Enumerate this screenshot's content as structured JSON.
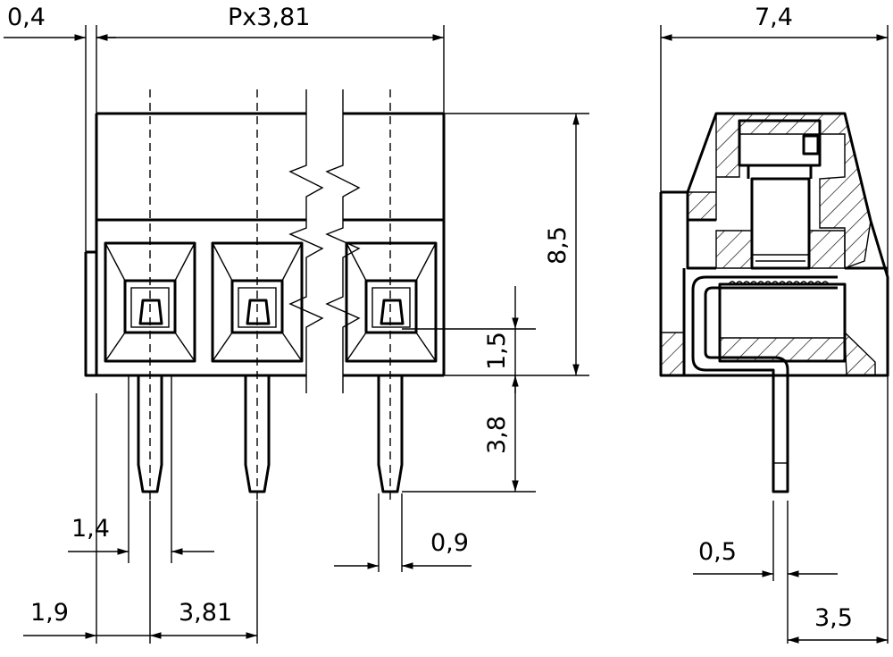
{
  "drawing": {
    "dimensions": {
      "offset_top": "0,4",
      "pitch_total": "Px3,81",
      "depth_total": "7,4",
      "height_total": "8,5",
      "pin_offset": "1,5",
      "pin_length": "3,8",
      "pin_width": "1,4",
      "pin_thickness": "0,9",
      "edge_to_pin": "1,9",
      "pitch": "3,81",
      "side_pin_thickness": "0,5",
      "side_pin_position": "3,5"
    }
  }
}
